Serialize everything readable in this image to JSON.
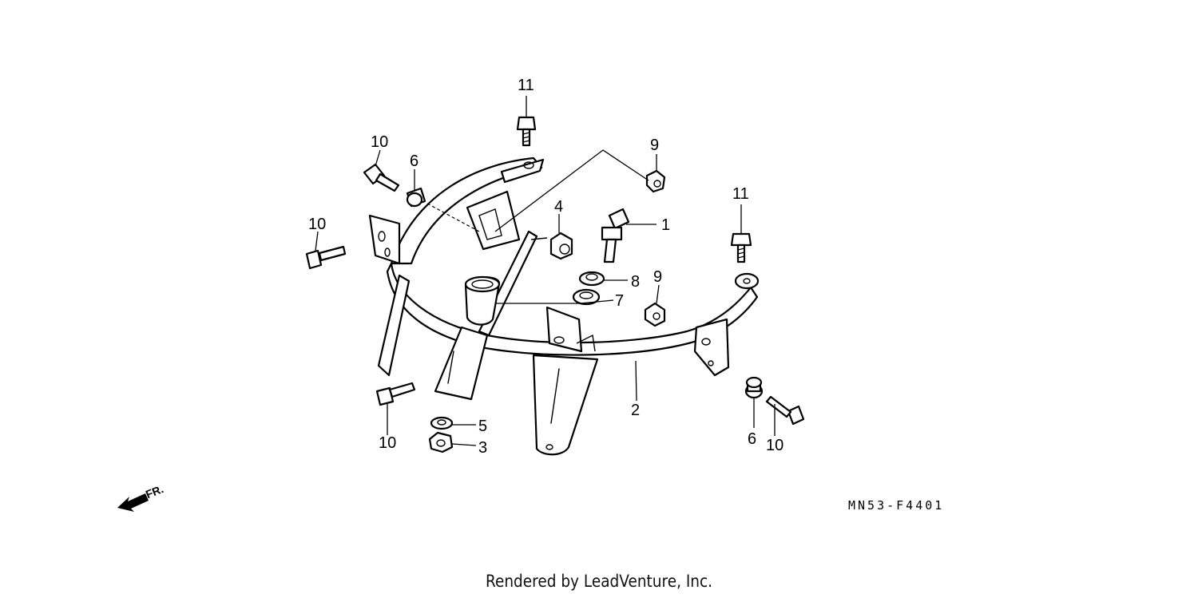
{
  "diagram": {
    "callouts": {
      "c1": "1",
      "c2": "2",
      "c3": "3",
      "c4": "4",
      "c5": "5",
      "c6a": "6",
      "c6b": "6",
      "c7": "7",
      "c8": "8",
      "c9a": "9",
      "c9b": "9",
      "c10a": "10",
      "c10b": "10",
      "c10c": "10",
      "c10d": "10",
      "c11a": "11",
      "c11b": "11"
    },
    "front_indicator": "FR.",
    "figure_code": "MN53-F4401"
  },
  "footer": {
    "text": "Rendered by LeadVenture, Inc."
  }
}
